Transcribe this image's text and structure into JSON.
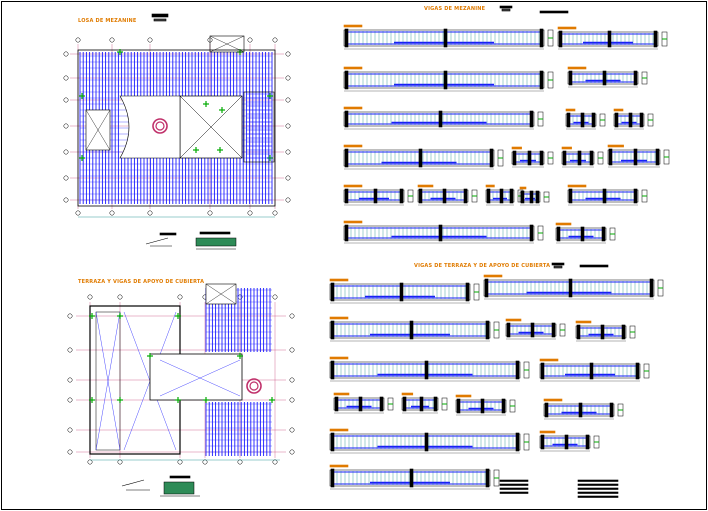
{
  "sheet": {
    "titles": {
      "plan_top": "LOSA DE MEZANINE",
      "plan_bottom": "TERRAZA Y VIGAS DE APOYO DE CUBIERTA",
      "beams_top": "VIGAS DE MEZANINE",
      "beams_bottom": "VIGAS DE TERRAZA Y DE APOYO DE CUBIERTA"
    },
    "colors": {
      "frame": "#000000",
      "rebar": "#1a1aff",
      "dimension": "#008080",
      "green": "#00aa00",
      "grid": "#c0306a",
      "title": "#e07b00"
    }
  }
}
